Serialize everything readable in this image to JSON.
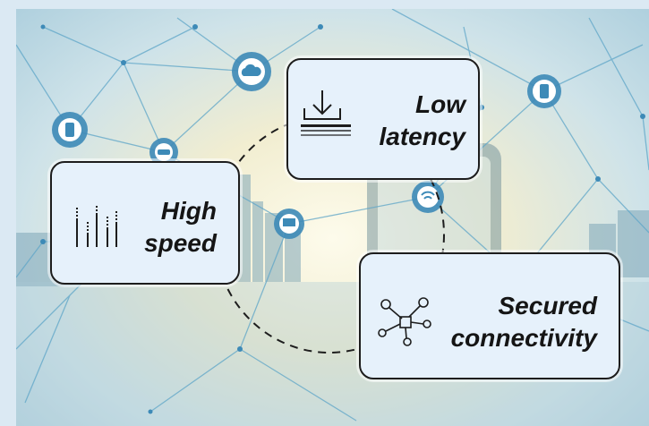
{
  "cards": {
    "high_speed": {
      "line1": "High",
      "line2": "speed",
      "icon": "signal-bars-icon"
    },
    "low_latency": {
      "line1": "Low",
      "line2": "latency",
      "icon": "download-icon"
    },
    "secured_connectivity": {
      "line1": "Secured",
      "line2": "connectivity",
      "icon": "network-nodes-icon"
    }
  },
  "colors": {
    "card_background": "#e6f1fb",
    "card_border": "#1d1d1d",
    "network_lines": "#5fa6c8",
    "node_badge": "#3d8ab7"
  }
}
